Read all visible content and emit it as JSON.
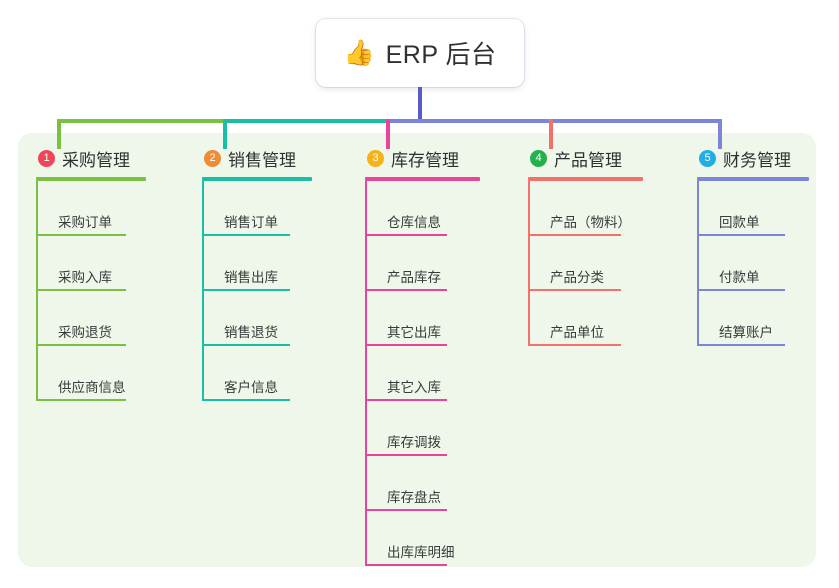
{
  "diagram": {
    "title": "ERP 后台",
    "root": {
      "emoji": "👍",
      "emoji_name": "thumbs-up-emoji",
      "label": "ERP 后台"
    },
    "panel_color": "#eef7e9",
    "stem_color": "#5a5ac8",
    "branches": [
      {
        "number": "1",
        "label": "采购管理",
        "badge_color": "#f0465a",
        "line_color": "#7ac143",
        "items": [
          "采购订单",
          "采购入库",
          "采购退货",
          "供应商信息"
        ]
      },
      {
        "number": "2",
        "label": "销售管理",
        "badge_color": "#f08a33",
        "line_color": "#18bfa5",
        "items": [
          "销售订单",
          "销售出库",
          "销售退货",
          "客户信息"
        ]
      },
      {
        "number": "3",
        "label": "库存管理",
        "badge_color": "#f5b317",
        "line_color": "#e8459a",
        "items": [
          "仓库信息",
          "产品库存",
          "其它出库",
          "其它入库",
          "库存调拨",
          "库存盘点",
          "出库库明细"
        ]
      },
      {
        "number": "4",
        "label": "产品管理",
        "badge_color": "#22b14c",
        "line_color": "#f4706b",
        "items": [
          "产品（物料）",
          "产品分类",
          "产品单位"
        ]
      },
      {
        "number": "5",
        "label": "财务管理",
        "badge_color": "#20aee3",
        "line_color": "#7b86d8",
        "items": [
          "回款单",
          "付款单",
          "结算账户"
        ]
      }
    ]
  }
}
